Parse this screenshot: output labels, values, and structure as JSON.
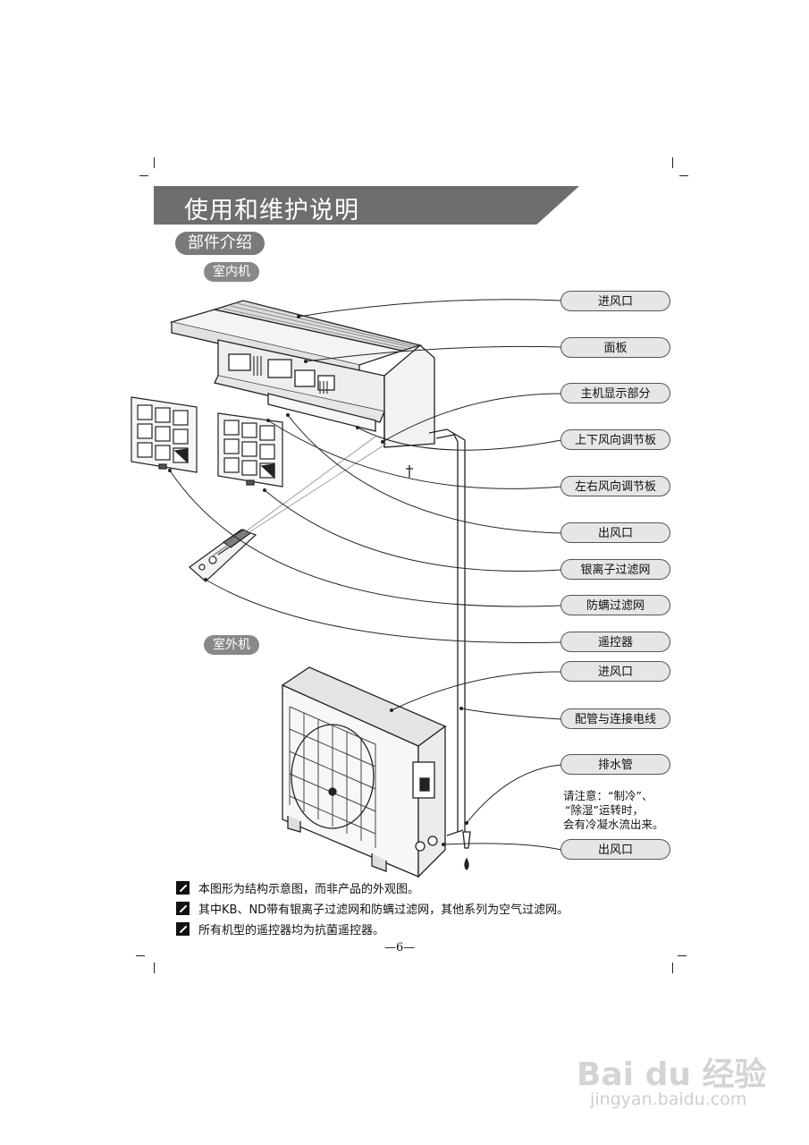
{
  "header": {
    "title": "使用和维护说明",
    "section": "部件介绍",
    "indoor_label": "室内机",
    "outdoor_label": "室外机"
  },
  "callouts": [
    "进风口",
    "面板",
    "主机显示部分",
    "上下风向调节板",
    "左右风向调节板",
    "出风口",
    "银离子过滤网",
    "防螨过滤网",
    "遥控器",
    "进风口",
    "配管与连接电线",
    "排水管",
    "出风口"
  ],
  "drain_note": [
    "请注意：“制冷”、",
    "“除湿”运转时，",
    "会有冷凝水流出来。"
  ],
  "footnotes": [
    "本图形为结构示意图，而非产品的外观图。",
    "其中KB、ND带有银离子过滤网和防螨过滤网，其他系列为空气过滤网。",
    "所有机型的遥控器均为抗菌遥控器。"
  ],
  "page_number": "—6—",
  "watermark": {
    "logo": "Bai du 经验",
    "url": "jingyan.baidu.com"
  }
}
